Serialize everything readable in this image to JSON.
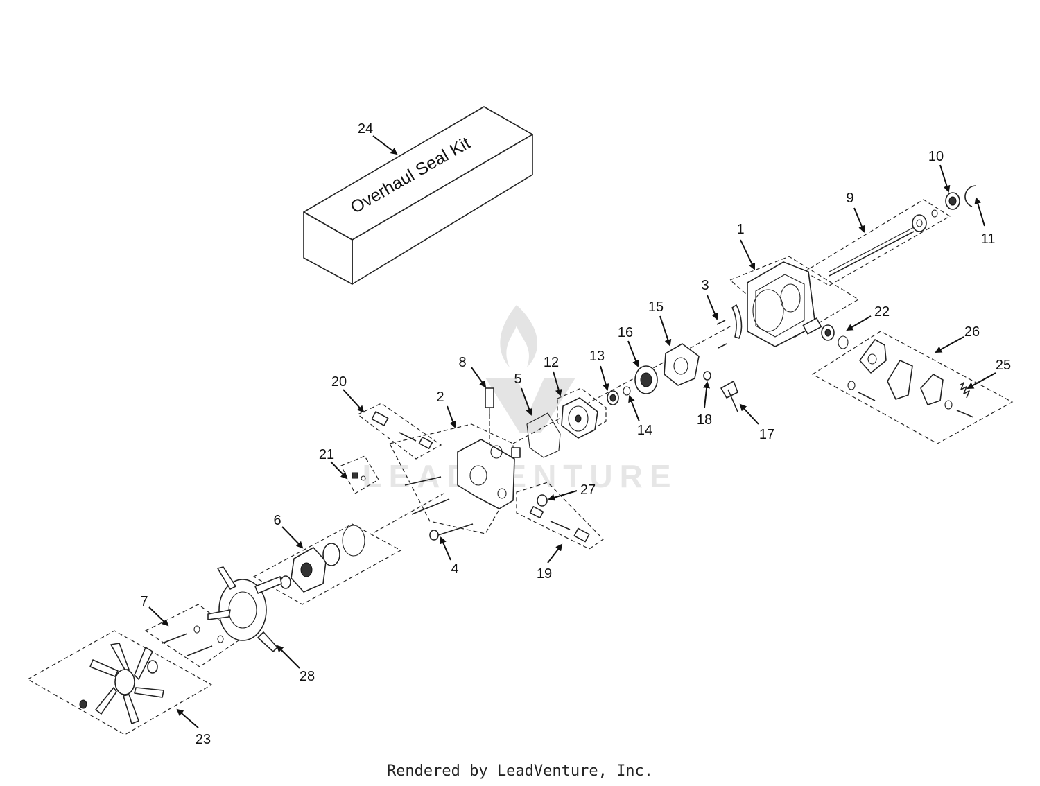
{
  "kit_box": {
    "label": "Overhaul Seal Kit"
  },
  "watermark": {
    "text": "LEADVENTURE"
  },
  "footer": {
    "text": "Rendered by LeadVenture, Inc."
  },
  "callouts": {
    "c1": "1",
    "c2": "2",
    "c3": "3",
    "c4": "4",
    "c5": "5",
    "c6": "6",
    "c7": "7",
    "c8": "8",
    "c9": "9",
    "c10": "10",
    "c11": "11",
    "c12": "12",
    "c13": "13",
    "c14": "14",
    "c15": "15",
    "c16": "16",
    "c17": "17",
    "c18": "18",
    "c19": "19",
    "c20": "20",
    "c21": "21",
    "c22": "22",
    "c23": "23",
    "c24": "24",
    "c25": "25",
    "c26": "26",
    "c27": "27",
    "c28": "28"
  }
}
